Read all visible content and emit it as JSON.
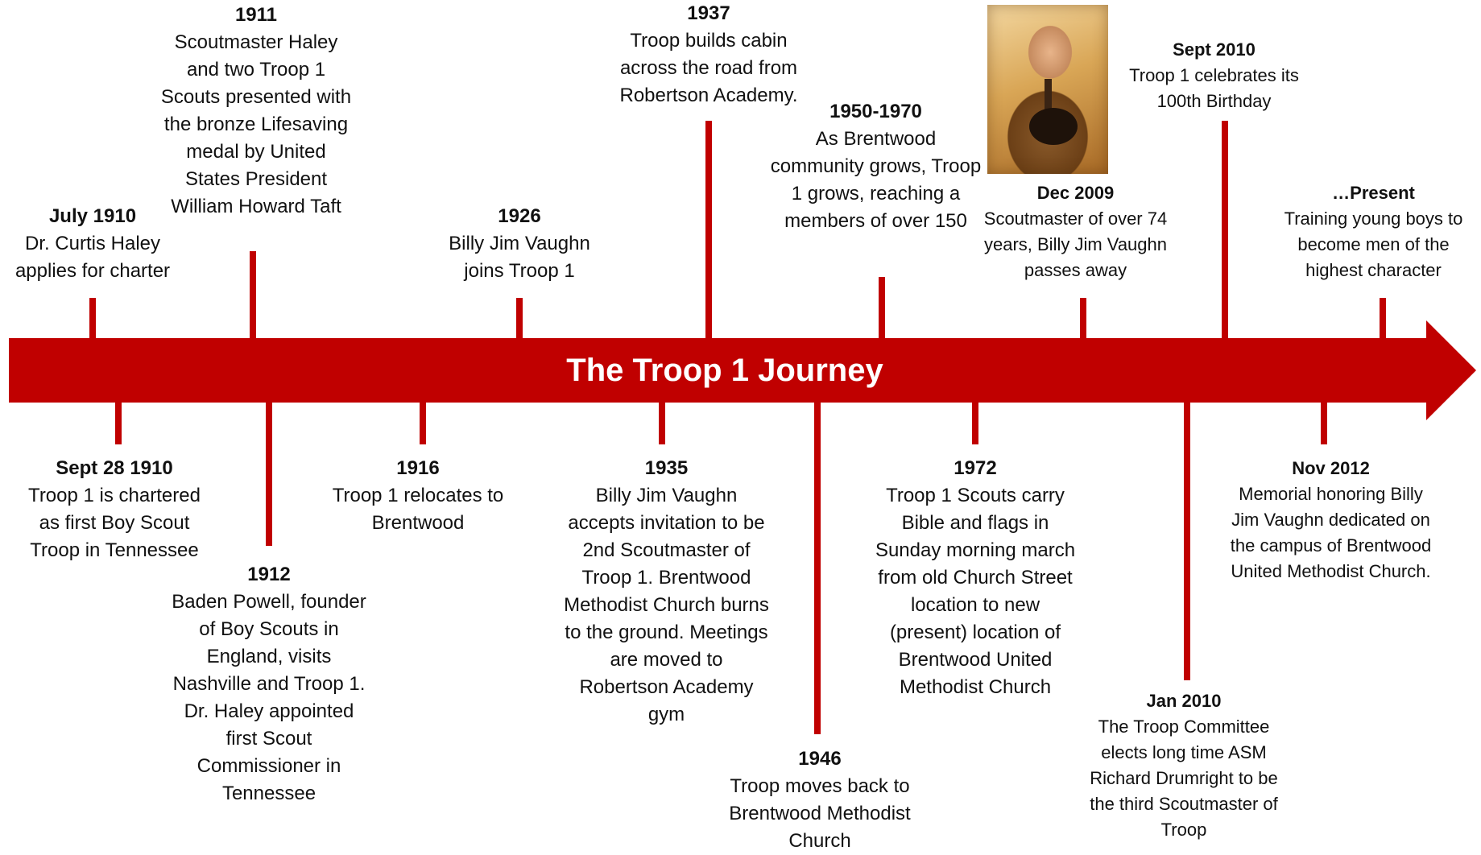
{
  "title": "The Troop 1 Journey",
  "colors": {
    "accent": "#c00000",
    "text": "#111111",
    "background": "#ffffff"
  },
  "photo": {
    "subject": "portrait photo of Scoutmaster Billy Jim Vaughn"
  },
  "events_above": [
    {
      "date": "July 1910",
      "text": "Dr. Curtis Haley applies for charter"
    },
    {
      "date": "1911",
      "text": "Scoutmaster Haley and two Troop 1 Scouts presented with the bronze Lifesaving medal by United States President William Howard Taft"
    },
    {
      "date": "1926",
      "text": "Billy Jim Vaughn joins Troop 1"
    },
    {
      "date": "1937",
      "text": "Troop builds cabin across the road from Robertson Academy."
    },
    {
      "date": "1950-1970",
      "text": "As Brentwood community grows, Troop 1 grows, reaching a members of over 150"
    },
    {
      "date": "Dec 2009",
      "text": "Scoutmaster of over 74 years, Billy Jim Vaughn passes away"
    },
    {
      "date": "Sept 2010",
      "text": "Troop 1 celebrates its 100th Birthday"
    },
    {
      "date": "…Present",
      "text": "Training young boys to become men of the highest character"
    }
  ],
  "events_below": [
    {
      "date": "Sept 28 1910",
      "text": "Troop 1 is chartered as first Boy Scout Troop in Tennessee"
    },
    {
      "date": "1912",
      "text": "Baden Powell, founder of Boy Scouts in England, visits Nashville and Troop 1. Dr. Haley appointed first Scout Commissioner in Tennessee"
    },
    {
      "date": "1916",
      "text": "Troop 1 relocates to Brentwood"
    },
    {
      "date": "1935",
      "text": "Billy Jim Vaughn accepts invitation to be 2nd Scoutmaster of Troop 1. Brentwood Methodist Church burns to the ground. Meetings are moved to Robertson Academy gym"
    },
    {
      "date": "1946",
      "text": "Troop moves back to Brentwood Methodist Church"
    },
    {
      "date": "1972",
      "text": "Troop 1 Scouts carry Bible and flags in Sunday morning march from old Church Street location to new (present) location of Brentwood United Methodist Church"
    },
    {
      "date": "Jan 2010",
      "text": "The Troop Committee elects long time ASM Richard Drumright to be the third Scoutmaster of Troop"
    },
    {
      "date": "Nov 2012",
      "text": "Memorial honoring Billy Jim Vaughn dedicated on the campus of Brentwood United Methodist Church."
    }
  ]
}
